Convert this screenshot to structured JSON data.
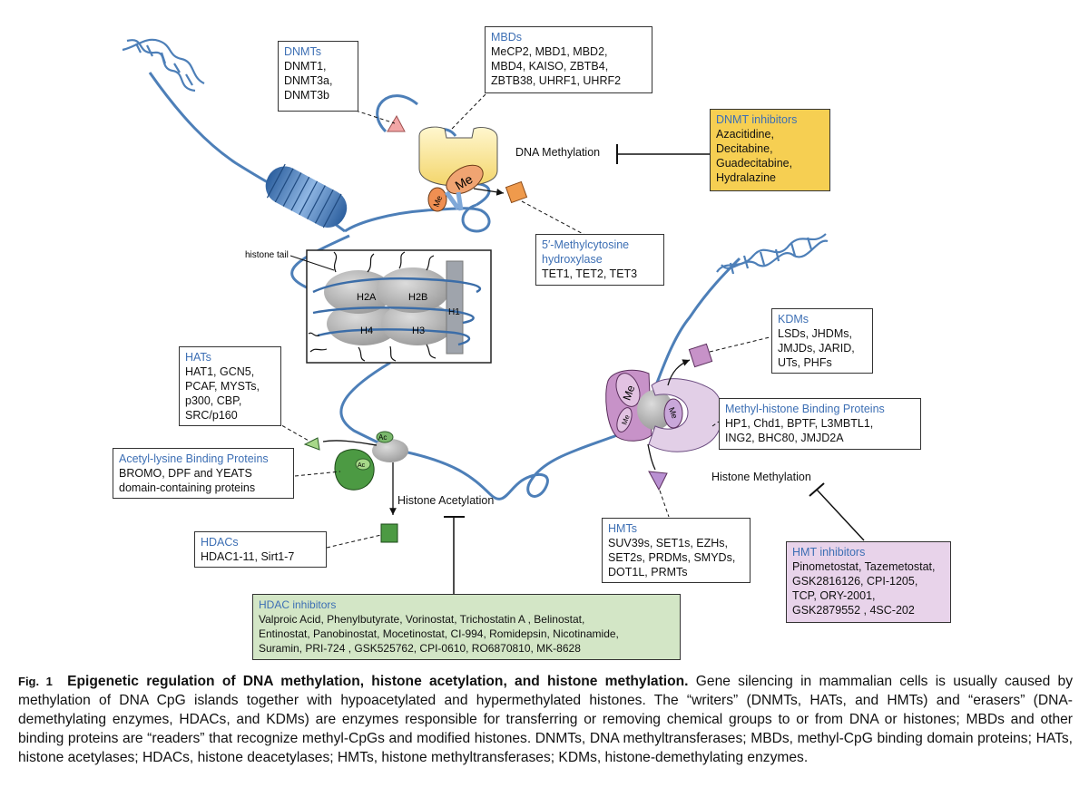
{
  "boxes": {
    "dnmts": {
      "title": "DNMTs",
      "lines": [
        "DNMT1,",
        "DNMT3a,",
        "DNMT3b"
      ]
    },
    "mbds": {
      "title": "MBDs",
      "lines": [
        "MeCP2, MBD1, MBD2,",
        "MBD4, KAISO, ZBTB4,",
        "ZBTB38, UHRF1, UHRF2"
      ]
    },
    "dnmt_inhibitors": {
      "title": "DNMT inhibitors",
      "lines": [
        "Azacitidine,",
        "Decitabine,",
        "Guadecitabine,",
        "Hydralazine"
      ],
      "color": "#f6cf52"
    },
    "tet": {
      "title": "5′-Methylcytosine",
      "lines": [
        "hydroxylase",
        "TET1, TET2, TET3"
      ]
    },
    "kdms": {
      "title": "KDMs",
      "lines": [
        "LSDs, JHDMs,",
        "JMJDs, JARID,",
        "UTs, PHFs"
      ]
    },
    "methyl_binding": {
      "title": "Methyl-histone Binding Proteins",
      "lines": [
        "HP1, Chd1, BPTF, L3MBTL1,",
        "ING2, BHC80, JMJD2A"
      ]
    },
    "hats": {
      "title": "HATs",
      "lines": [
        "HAT1, GCN5,",
        "PCAF, MYSTs,",
        "p300, CBP,",
        "SRC/p160"
      ]
    },
    "acetyl_binding": {
      "title": "Acetyl-lysine Binding Proteins",
      "lines": [
        "BROMO, DPF and YEATS",
        "domain-containing proteins"
      ]
    },
    "hdacs": {
      "title": "HDACs",
      "lines": [
        "HDAC1-11, Sirt1-7"
      ]
    },
    "hmts": {
      "title": "HMTs",
      "lines": [
        "SUV39s, SET1s, EZHs,",
        "SET2s, PRDMs, SMYDs,",
        "DOT1L, PRMTs"
      ]
    },
    "hmt_inhibitors": {
      "title": "HMT inhibitors",
      "lines": [
        "Pinometostat, Tazemetostat,",
        "GSK2816126, CPI-1205,",
        "TCP, ORY-2001,",
        "GSK2879552 , 4SC-202"
      ],
      "color": "#e8d3ea"
    },
    "hdac_inhibitors": {
      "title": "HDAC inhibitors",
      "lines": [
        "Valproic Acid, Phenylbutyrate, Vorinostat, Trichostatin A , Belinostat,",
        "Entinostat, Panobinostat, Mocetinostat, CI-994, Romidepsin, Nicotinamide,",
        "Suramin, PRI-724 , GSK525762, CPI-0610, RO6870810, MK-8628"
      ],
      "color": "#d3e6c6"
    }
  },
  "labels": {
    "dna_methylation": "DNA Methylation",
    "histone_acetylation": "Histone Acetylation",
    "histone_methylation": "Histone Methylation",
    "histone_tail": "histone tail",
    "h2a": "H2A",
    "h2b": "H2B",
    "h4": "H4",
    "h3": "H3",
    "h1": "H1",
    "me": "Me",
    "ac": "Ac"
  },
  "caption": {
    "fig_no": "Fig. 1",
    "title": "Epigenetic regulation of DNA methylation, histone acetylation, and histone methylation.",
    "text": "Gene silencing in mammalian cells is usually caused by methylation of DNA CpG islands together with hypoacetylated and hypermethylated histones. The “writers” (DNMTs, HATs, and HMTs) and “erasers” (DNA-demethylating enzymes, HDACs, and KDMs) are enzymes responsible for transferring or removing chemical groups to or from DNA or histones; MBDs and other binding proteins are “readers” that recognize methyl-CpGs and modified histones. DNMTs, DNA methyltransferases; MBDs, methyl-CpG binding domain proteins; HATs, histone acetylases; HDACs, histone deacetylases; HMTs, histone methyltransferases; KDMs, histone-demethylating enzymes."
  },
  "colors": {
    "dna_strand": "#4d7fb8",
    "dnmt_yellow": "#fbe69a",
    "tet_orange": "#ef9a4c",
    "hdac_green": "#4c9a43",
    "hat_light_green": "#a7d889",
    "kdm_purple": "#c792c8",
    "hmt_purple": "#b990d2",
    "dnmt_pink": "#ee9b9b",
    "title_blue": "#3d6fb4"
  }
}
